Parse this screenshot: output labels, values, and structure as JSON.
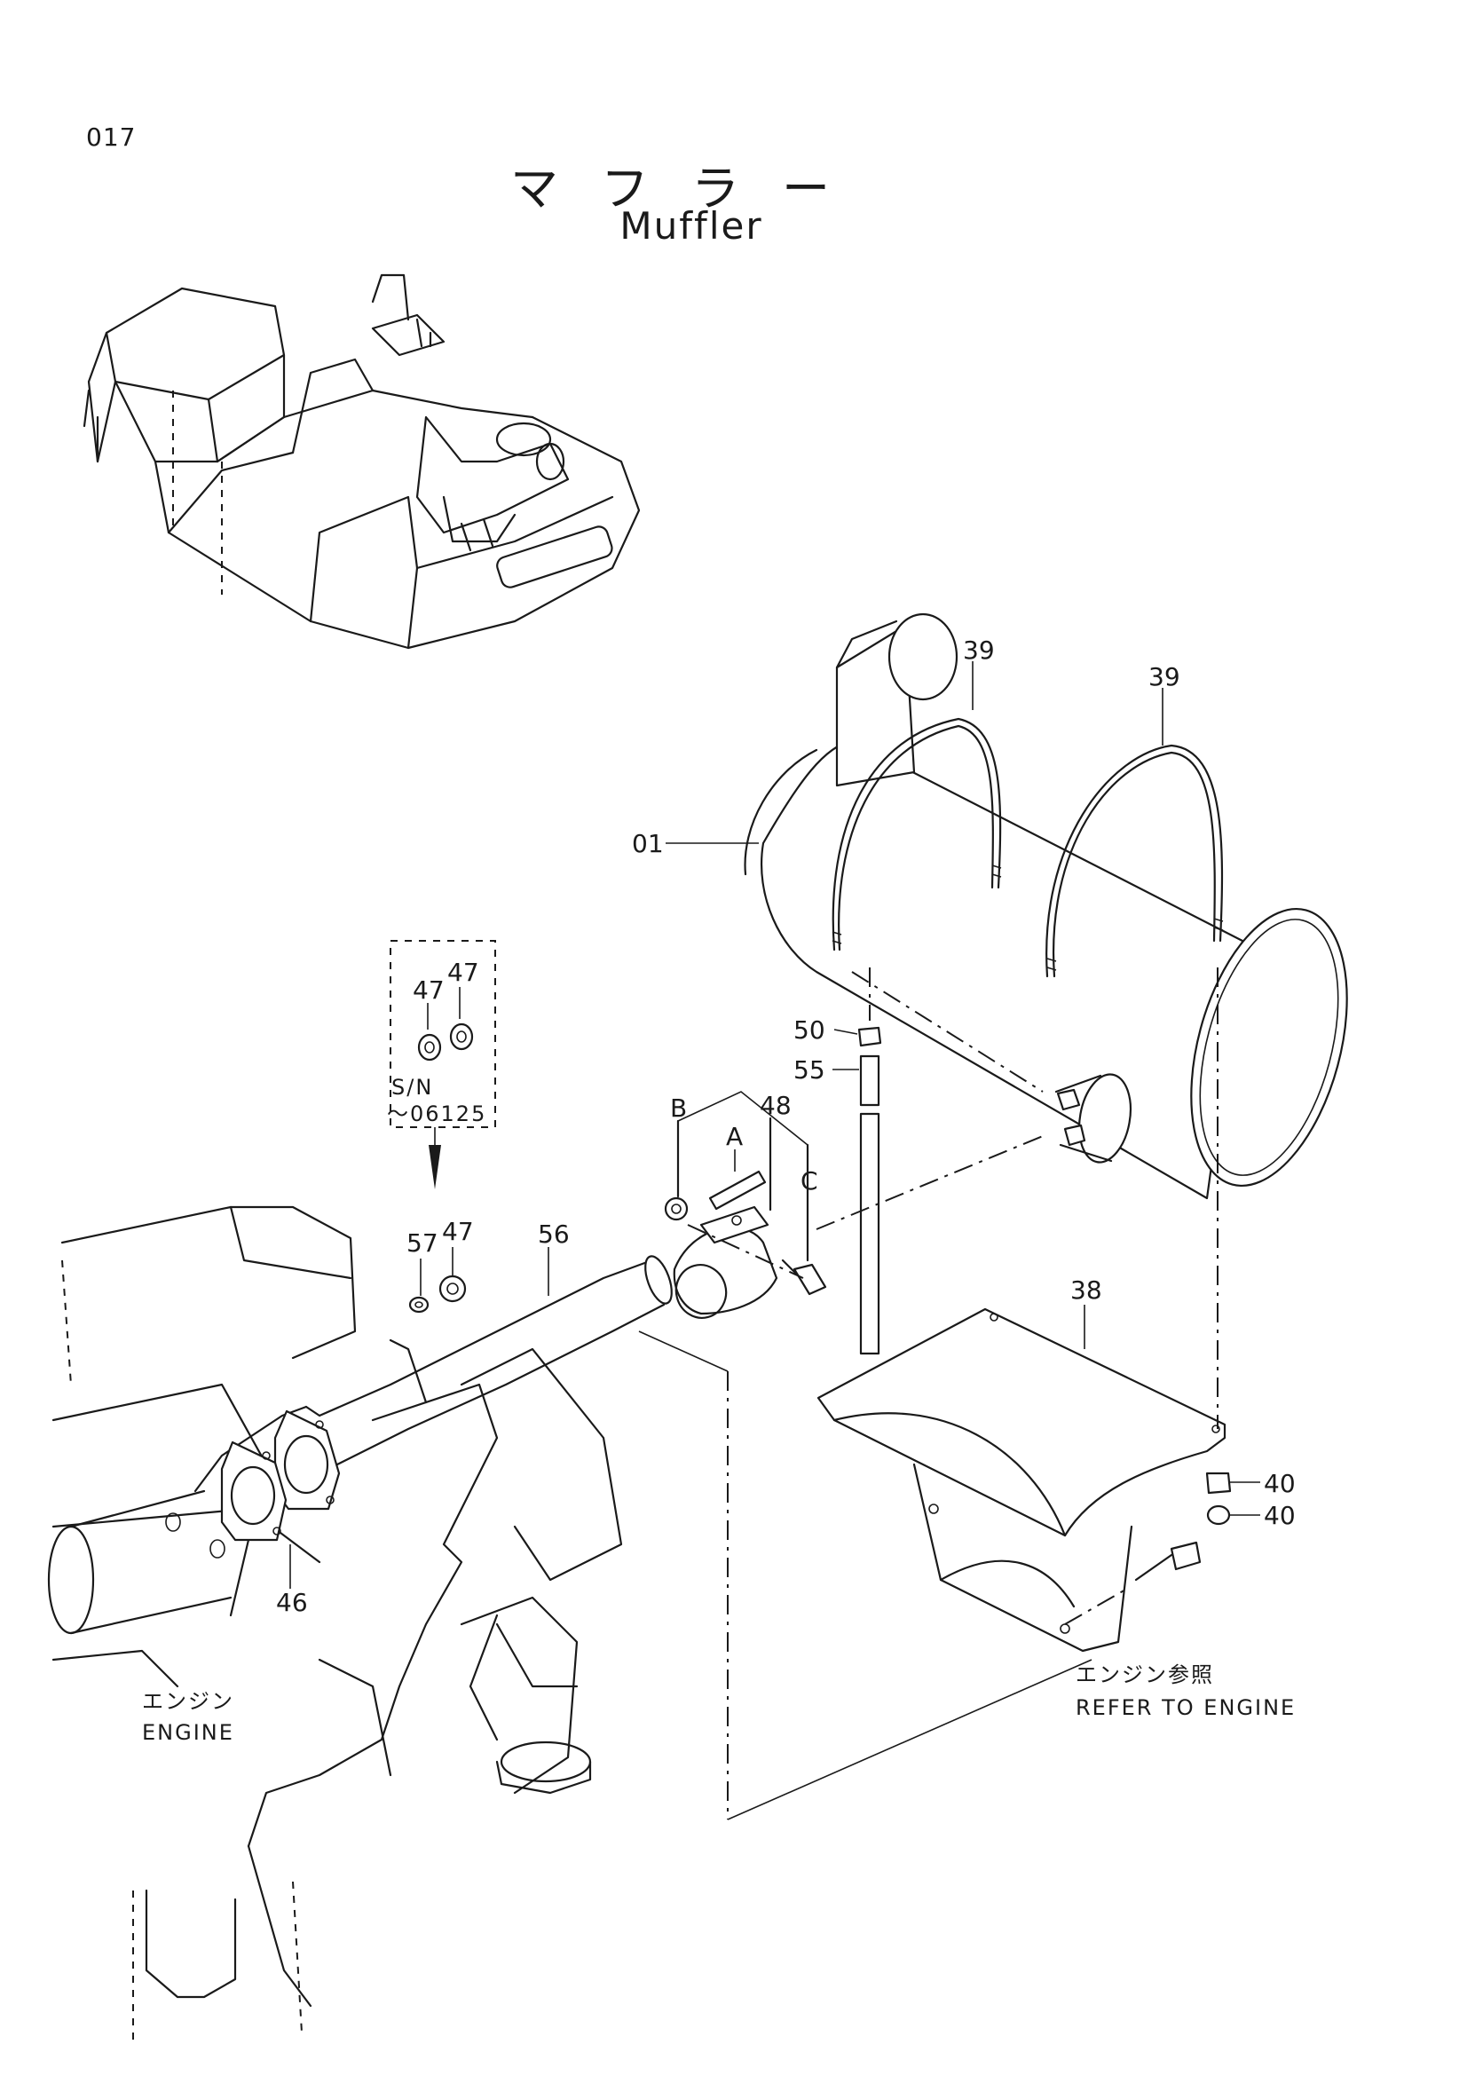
{
  "page": {
    "number": "017",
    "title_jp": "マフラー",
    "title_en": "Muffler"
  },
  "callouts": {
    "p01": "01",
    "p38": "38",
    "p39a": "39",
    "p39b": "39",
    "p40a": "40",
    "p40b": "40",
    "p46": "46",
    "p47a": "47",
    "p47b": "47",
    "p47c": "47",
    "p48": "48",
    "p50": "50",
    "p55": "55",
    "p56": "56",
    "p57": "57",
    "ref_a": "A",
    "ref_b": "B",
    "ref_c": "C"
  },
  "serial_box": {
    "line1": "S/N",
    "line2": "～06125"
  },
  "notes": {
    "engine_jp": "エンジン",
    "engine_en": "ENGINE",
    "refer_jp": "エンジン参照",
    "refer_en": "REFER TO ENGINE"
  }
}
